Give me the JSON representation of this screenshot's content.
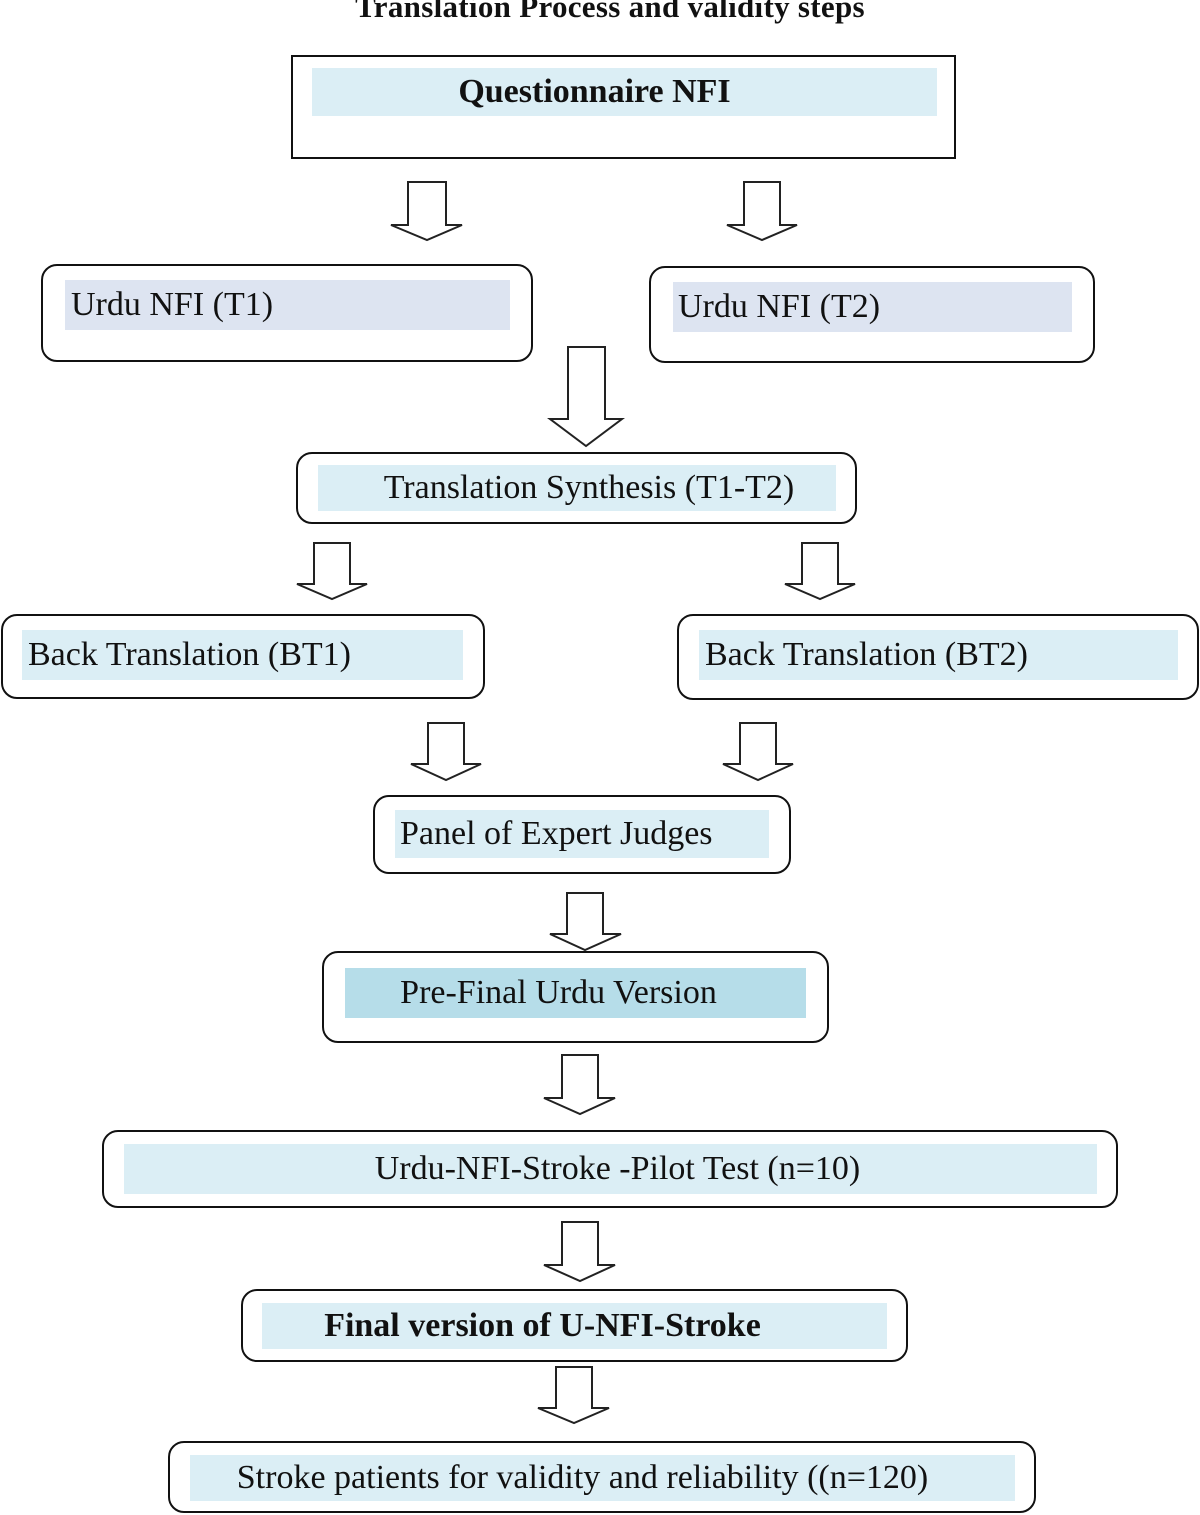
{
  "diagram": {
    "title": "Translation Process and validity steps",
    "nodes": {
      "questionnaire": "Questionnaire NFI",
      "urdu_t1": "Urdu NFI (T1)",
      "urdu_t2": "Urdu NFI (T2)",
      "synthesis": "Translation Synthesis (T1-T2)",
      "back_bt1": "Back Translation (BT1)",
      "back_bt2": "Back Translation (BT2)",
      "panel": "Panel of Expert Judges",
      "prefinal": "Pre-Final Urdu Version",
      "pilot": "Urdu-NFI-Stroke -Pilot Test (n=10)",
      "final": "Final version of U-NFI-Stroke",
      "patients": "Stroke patients for validity and reliability ((n=120)"
    },
    "colors": {
      "highlight_light": "#dbeef5",
      "highlight_lavender": "#dde4f1",
      "highlight_teal": "#b6dde9",
      "border": "#111111"
    }
  }
}
